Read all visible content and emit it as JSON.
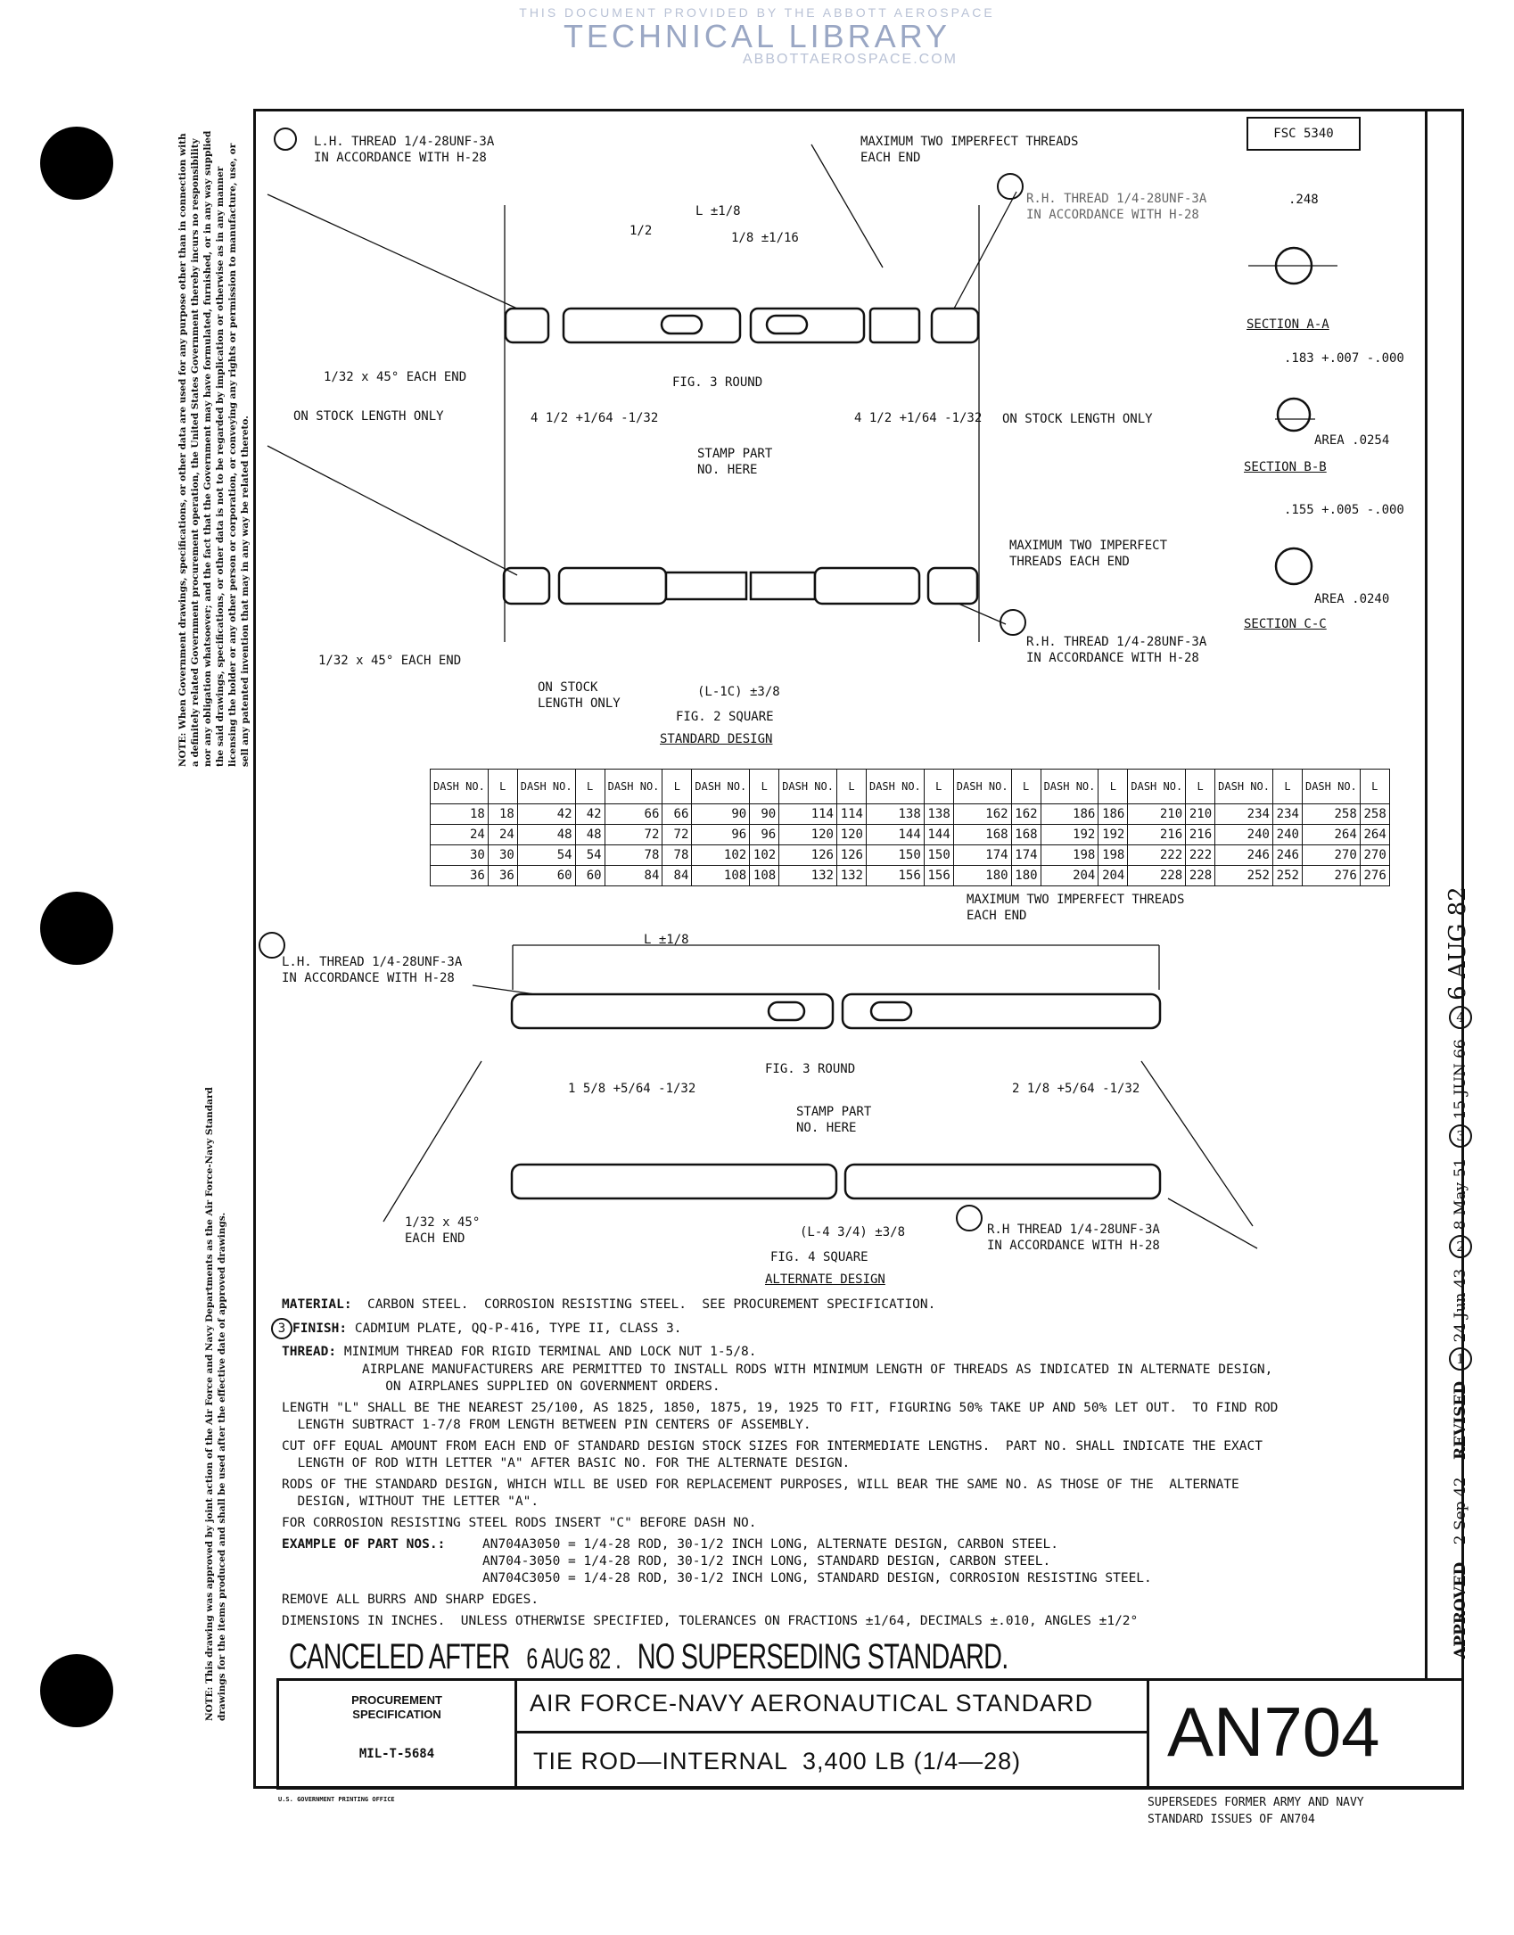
{
  "watermark": {
    "line1": "THIS DOCUMENT PROVIDED BY THE ABBOTT AEROSPACE",
    "line2": "TECHNICAL LIBRARY",
    "line3": "ABBOTTAEROSPACE.COM"
  },
  "side_notes": {
    "disclaimer": "NOTE: When Government drawings, specifications, or other data are used for any purpose other than in connection with a definitely related Government procurement operation, the United States Government thereby incurs no responsibility nor any obligation whatsoever; and the fact that the Government may have formulated, furnished, or in any way supplied the said drawings, specifications, or other data is not to be regarded by implication or otherwise as in any manner licensing the holder or any other person or corporation, or conveying any rights or permission to manufacture, use, or sell any patented invention that may in any way be related thereto.",
    "approval": "NOTE: This drawing was approved by joint action of the Air Force and Navy Departments as the Air Force-Navy Standard drawings for the items produced and shall be used after the effective date of approved drawings."
  },
  "fsc": "FSC 5340",
  "drawing": {
    "fig2_top_lh_thread": "L.H. THREAD 1/4-28UNF-3A\nIN ACCORDANCE WITH H-28",
    "fig2_max_threads": "MAXIMUM TWO IMPERFECT THREADS\nEACH END",
    "fig2_top_rh_thread": "R.H. THREAD 1/4-28UNF-3A\nIN ACCORDANCE WITH H-28",
    "dim_half": "1/2",
    "dim_l_tol": "L ±1/8",
    "dim_1_16": "1/8 ±1/16",
    "section_a": "SECTION A-A",
    "dim_a_val": ".248",
    "chamfer_1": "1/32 x 45° EACH END",
    "stock_left": "ON STOCK LENGTH ONLY",
    "fig3_round_1": "FIG. 3 ROUND",
    "dim_4half_left": "4 1/2 +1/64 -1/32",
    "dim_4half_right": "4 1/2 +1/64 -1/32",
    "stock_right": "ON STOCK LENGTH ONLY",
    "stamp_1": "STAMP PART\nNO. HERE",
    "section_b": "SECTION B-B",
    "dim_b_val": ".183 +.007 -.000",
    "area_b": "AREA .0254",
    "fig2_max_threads_2": "MAXIMUM TWO IMPERFECT\nTHREADS EACH END",
    "section_c": "SECTION C-C",
    "dim_c_val": ".155 +.005 -.000",
    "area_c": "AREA .0240",
    "fig2_bot_rh_thread": "R.H. THREAD 1/4-28UNF-3A\nIN ACCORDANCE WITH H-28",
    "chamfer_2": "1/32 x 45° EACH END",
    "stock_bottom": "ON STOCK\nLENGTH ONLY",
    "dim_l1c": "(L-1C) ±3/8",
    "fig2_caption": "FIG. 2 SQUARE",
    "standard_design": "STANDARD DESIGN",
    "fig4_max_threads": "MAXIMUM TWO IMPERFECT THREADS\nEACH END",
    "fig4_l_tol": "L ±1/8",
    "fig4_lh_thread": "L.H. THREAD 1/4-28UNF-3A\nIN ACCORDANCE WITH H-28",
    "fig3_round_2": "FIG. 3 ROUND",
    "dim_1_5_8": "1 5/8 +5/64 -1/32",
    "dim_2_1_8": "2 1/8 +5/64 -1/32",
    "stamp_2": "STAMP PART\nNO. HERE",
    "chamfer_3": "1/32 x 45°\nEACH END",
    "dim_l434": "(L-4 3/4) ±3/8",
    "fig4_rh_thread": "R.H THREAD 1/4-28UNF-3A\nIN ACCORDANCE WITH H-28",
    "fig4_caption": "FIG. 4 SQUARE",
    "alternate_design": "ALTERNATE DESIGN",
    "rev_mark": "3"
  },
  "table": {
    "header_dash": "DASH NO.",
    "header_l": "L",
    "groups": [
      [
        [
          "18",
          "18"
        ],
        [
          "24",
          "24"
        ],
        [
          "30",
          "30"
        ],
        [
          "36",
          "36"
        ]
      ],
      [
        [
          "42",
          "42"
        ],
        [
          "48",
          "48"
        ],
        [
          "54",
          "54"
        ],
        [
          "60",
          "60"
        ]
      ],
      [
        [
          "66",
          "66"
        ],
        [
          "72",
          "72"
        ],
        [
          "78",
          "78"
        ],
        [
          "84",
          "84"
        ]
      ],
      [
        [
          "90",
          "90"
        ],
        [
          "96",
          "96"
        ],
        [
          "102",
          "102"
        ],
        [
          "108",
          "108"
        ]
      ],
      [
        [
          "114",
          "114"
        ],
        [
          "120",
          "120"
        ],
        [
          "126",
          "126"
        ],
        [
          "132",
          "132"
        ]
      ],
      [
        [
          "138",
          "138"
        ],
        [
          "144",
          "144"
        ],
        [
          "150",
          "150"
        ],
        [
          "156",
          "156"
        ]
      ],
      [
        [
          "162",
          "162"
        ],
        [
          "168",
          "168"
        ],
        [
          "174",
          "174"
        ],
        [
          "180",
          "180"
        ]
      ],
      [
        [
          "186",
          "186"
        ],
        [
          "192",
          "192"
        ],
        [
          "198",
          "198"
        ],
        [
          "204",
          "204"
        ]
      ],
      [
        [
          "210",
          "210"
        ],
        [
          "216",
          "216"
        ],
        [
          "222",
          "222"
        ],
        [
          "228",
          "228"
        ]
      ],
      [
        [
          "234",
          "234"
        ],
        [
          "240",
          "240"
        ],
        [
          "246",
          "246"
        ],
        [
          "252",
          "252"
        ]
      ],
      [
        [
          "258",
          "258"
        ],
        [
          "264",
          "264"
        ],
        [
          "270",
          "270"
        ],
        [
          "276",
          "276"
        ]
      ]
    ]
  },
  "notes": {
    "material_label": "MATERIAL:",
    "material": "CARBON STEEL.  CORROSION RESISTING STEEL.  SEE PROCUREMENT SPECIFICATION.",
    "finish_label": "FINISH:",
    "finish": "CADMIUM PLATE, QQ-P-416, TYPE II, CLASS 3.",
    "finish_rev": "3",
    "thread_label": "THREAD:",
    "thread_1": "MINIMUM THREAD FOR RIGID TERMINAL AND LOCK NUT 1-5/8.",
    "thread_2": "AIRPLANE MANUFACTURERS ARE PERMITTED TO INSTALL RODS WITH MINIMUM LENGTH OF THREADS AS INDICATED IN ALTERNATE DESIGN,\n   ON AIRPLANES SUPPLIED ON GOVERNMENT ORDERS.",
    "length": "LENGTH \"L\" SHALL BE THE NEAREST 25/100, AS 1825, 1850, 1875, 19, 1925 TO FIT, FIGURING 50% TAKE UP AND 50% LET OUT.  TO FIND ROD\n  LENGTH SUBTRACT 1-7/8 FROM LENGTH BETWEEN PIN CENTERS OF ASSEMBLY.",
    "cut": "CUT OFF EQUAL AMOUNT FROM EACH END OF STANDARD DESIGN STOCK SIZES FOR INTERMEDIATE LENGTHS.  PART NO. SHALL INDICATE THE EXACT\n  LENGTH OF ROD WITH LETTER \"A\" AFTER BASIC NO. FOR THE ALTERNATE DESIGN.",
    "rods": "RODS OF THE STANDARD DESIGN, WHICH WILL BE USED FOR REPLACEMENT PURPOSES, WILL BEAR THE SAME NO. AS THOSE OF THE  ALTERNATE\n  DESIGN, WITHOUT THE LETTER \"A\".",
    "corrosion": "FOR CORROSION RESISTING STEEL RODS INSERT \"C\" BEFORE DASH NO.",
    "example_label": "EXAMPLE OF PART NOS.:",
    "examples": [
      "AN704A3050  =  1/4-28 ROD, 30-1/2 INCH LONG, ALTERNATE DESIGN, CARBON STEEL.",
      "AN704-3050  =  1/4-28 ROD, 30-1/2 INCH LONG, STANDARD DESIGN, CARBON STEEL.",
      "AN704C3050  =  1/4-28 ROD, 30-1/2 INCH LONG, STANDARD DESIGN, CORROSION RESISTING STEEL."
    ],
    "burrs": "REMOVE ALL BURRS AND SHARP EDGES.",
    "dimensions": "DIMENSIONS IN INCHES.  UNLESS OTHERWISE SPECIFIED, TOLERANCES ON FRACTIONS ±1/64, DECIMALS ±.010, ANGLES ±1/2°"
  },
  "cancel": {
    "prefix": "CANCELED AFTER",
    "date": "6 AUG 82 .",
    "suffix": "NO SUPERSEDING STANDARD."
  },
  "title_block": {
    "procurement_label": "PROCUREMENT\nSPECIFICATION",
    "spec": "MIL-T-5684",
    "org": "AIR FORCE-NAVY AERONAUTICAL STANDARD",
    "title": "TIE ROD—INTERNAL  3,400 LB (1/4—28)",
    "number": "AN704"
  },
  "revisions": {
    "approved_label": "APPROVED",
    "approved_date": "2 Sep 42",
    "revised_label": "REVISED",
    "items": [
      {
        "rev": "1",
        "date": "24 Jun 43"
      },
      {
        "rev": "2",
        "date": "8 May 51"
      },
      {
        "rev": "3",
        "date": "15 JUN 66"
      },
      {
        "rev": "4",
        "date": "6 AUG 82"
      }
    ]
  },
  "printer": "U.S. GOVERNMENT PRINTING OFFICE",
  "supersedes": "SUPERSEDES FORMER ARMY AND NAVY\nSTANDARD ISSUES OF AN704"
}
